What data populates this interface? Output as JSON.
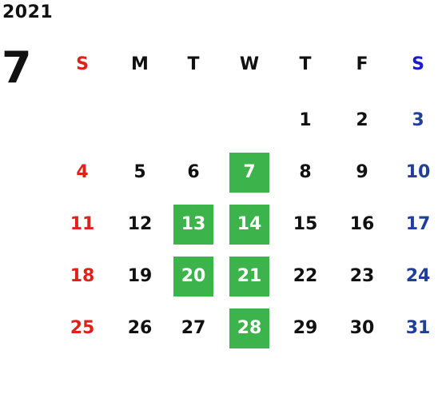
{
  "year": "2021",
  "month": "7",
  "colors": {
    "sunday": "#e0201a",
    "saturday_header": "#1a1ad0",
    "saturday": "#1f3f9a",
    "weekday": "#111111",
    "highlight_bg": "#3cb44b",
    "highlight_text": "#ffffff"
  },
  "weekdays": [
    "S",
    "M",
    "T",
    "W",
    "T",
    "F",
    "S"
  ],
  "weeks": [
    [
      "",
      "",
      "",
      "",
      "1",
      "2",
      "3"
    ],
    [
      "4",
      "5",
      "6",
      "7",
      "8",
      "9",
      "10"
    ],
    [
      "11",
      "12",
      "13",
      "14",
      "15",
      "16",
      "17"
    ],
    [
      "18",
      "19",
      "20",
      "21",
      "22",
      "23",
      "24"
    ],
    [
      "25",
      "26",
      "27",
      "28",
      "29",
      "30",
      "31"
    ]
  ],
  "highlighted_days": [
    "7",
    "13",
    "14",
    "20",
    "21",
    "28"
  ]
}
